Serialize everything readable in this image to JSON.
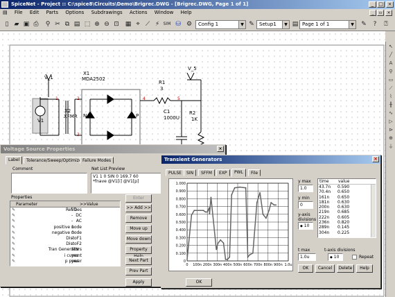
{
  "window": {
    "title": "SpiceNet - Project :: C:\\spice8\\Circuits\\Demo\\Brigrec.DWG - [Brigrec.DWG, Page 1 of 1]"
  },
  "menu": [
    "File",
    "Edit",
    "Parts",
    "Options",
    "Subdrawings",
    "Actions",
    "Window",
    "Help"
  ],
  "toolbar": {
    "config": "Config 1",
    "setup": "Setup1",
    "page": "Page 1 of 1"
  },
  "schematic": {
    "v1_top": "V_1",
    "v5_top": "V_5",
    "x1_ref": "X1",
    "x1_val": "MDA2502",
    "x2_ref": "X2",
    "x2_val": "XFMR",
    "v1_label": "V1",
    "r1_ref": "R1",
    "r1_val": "3",
    "c1_ref": "C1",
    "c1_val": "1000U",
    "r2_ref": "R2",
    "r2_val": "1K",
    "node_1": "1",
    "node_2": "2",
    "node_3": "3",
    "node_4": "4",
    "node_5": "5",
    "pin_n": "N",
    "pin_p": "P"
  },
  "vsp": {
    "title": "Voltage Source Properties",
    "tabs": [
      "Label",
      "Tolerance/Sweep/Optimize",
      "Failure Modes"
    ],
    "comment_label": "Comment",
    "netlist_label": "Net List Preview",
    "netlist_text": "V1 1 0 SIN 0 169.7 60\n*fnave @V1[i] @V1[p]",
    "properties_label": "Properties",
    "col_parameter": "Parameter",
    "col_value": ">>Value",
    "rows": [
      {
        "name": "Ref Des",
        "value": "V1"
      },
      {
        "name": "DC",
        "value": "-"
      },
      {
        "name": "AC",
        "value": "-"
      },
      {
        "name": "positive node",
        "value": "1"
      },
      {
        "name": "negative node",
        "value": "0"
      },
      {
        "name": "DistoF1",
        "value": "-"
      },
      {
        "name": "DistoF2",
        "value": "-"
      },
      {
        "name": "Tran Generators",
        "value": "SIN"
      },
      {
        "name": "i current",
        "value": "yes"
      },
      {
        "name": "p power",
        "value": "yes"
      }
    ],
    "buttons": {
      "enter": "Enter",
      "add": ">> Add >>",
      "remove": "Remove",
      "move_up": "Move up",
      "move_down": "Move down",
      "property_help": "Property Help",
      "next_part": "Next Part",
      "prev_part": "Prev Part",
      "apply": "Apply"
    }
  },
  "tg": {
    "title": "Transient Generators",
    "tabs": [
      "PULSE",
      "SIN",
      "SFFM",
      "EXP",
      "PWL",
      "File"
    ],
    "active_tab": "PWL",
    "y_max_label": "y max",
    "y_max": "1.0",
    "y_min_label": "y min",
    "y_min": "0",
    "y_div_label": "y-axis divisions",
    "y_div": "10",
    "t_max_label": "t max",
    "t_max": "1.0u",
    "t_div_label": "t-axis divisions",
    "t_div": "10",
    "repeat_label": "Repeat",
    "col_time": "time",
    "col_value": "value",
    "table": [
      {
        "t": "43.7n",
        "v": "0.590"
      },
      {
        "t": "70.4n",
        "v": "0.650"
      },
      {
        "t": "161n",
        "v": "0.650"
      },
      {
        "t": "181n",
        "v": "0.630"
      },
      {
        "t": "200n",
        "v": "0.630"
      },
      {
        "t": "219n",
        "v": "0.685"
      },
      {
        "t": "222n",
        "v": "0.605"
      },
      {
        "t": "236n",
        "v": "0.820"
      },
      {
        "t": "289n",
        "v": "0.145"
      },
      {
        "t": "304n",
        "v": "0.225"
      }
    ],
    "buttons": {
      "ok": "OK",
      "cancel": "Cancel",
      "delete": "Delete",
      "help": "Help"
    },
    "outer_ok": "OK"
  },
  "chart_data": {
    "type": "line",
    "ylim": [
      0,
      1.0
    ],
    "xlim": [
      0,
      1000
    ],
    "y_ticks": [
      "1.000",
      "0.900",
      "0.800",
      "0.700",
      "0.600",
      "0.500",
      "0.400",
      "0.300",
      "0.200",
      "0.100",
      "0"
    ],
    "x_ticks": [
      "0",
      "100n",
      "200n",
      "300n",
      "400n",
      "500n",
      "600n",
      "700n",
      "800n",
      "900n",
      "1.0u"
    ],
    "x": [
      0,
      43.7,
      70.4,
      161,
      181,
      200,
      219,
      222,
      236,
      289,
      304,
      330,
      360,
      380,
      400,
      420,
      440,
      470,
      520,
      580,
      600,
      620,
      650,
      690,
      720,
      750,
      780,
      810,
      830,
      860,
      880
    ],
    "y": [
      0.02,
      0.59,
      0.65,
      0.65,
      0.63,
      0.63,
      0.685,
      0.605,
      0.82,
      0.145,
      0.225,
      0.27,
      0.23,
      0.02,
      0.02,
      0.05,
      0.85,
      0.94,
      0.95,
      0.94,
      0.05,
      0.08,
      0.1,
      0.75,
      0.88,
      0.6,
      0.55,
      0.65,
      0.75,
      0.72,
      0.72
    ]
  }
}
